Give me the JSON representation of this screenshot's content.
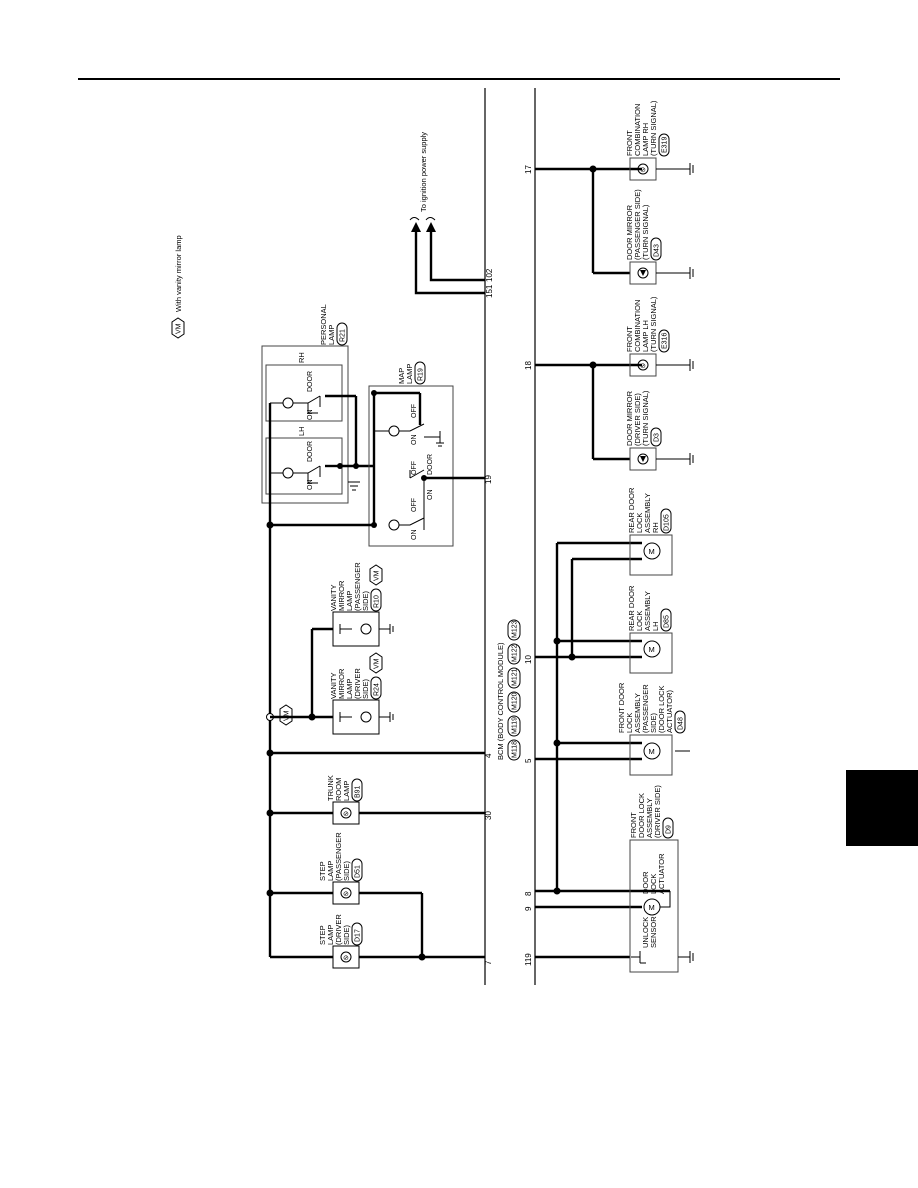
{
  "legend": {
    "badge": "VM",
    "text": "With vanity mirror lamp"
  },
  "bcm": {
    "label": "BCM (BODY CONTROL MODULE)",
    "connectors": [
      "M118",
      "M119",
      "M120",
      "M121",
      "M122",
      "M123"
    ]
  },
  "ignition": {
    "text": "To ignition power supply",
    "pins": [
      "151",
      "102"
    ]
  },
  "pins": {
    "p7": "7",
    "p30": "30",
    "p4": "4",
    "p19": "19",
    "p119": "119",
    "p9": "9",
    "p8": "8",
    "p5": "5",
    "p10": "10",
    "p18": "18",
    "p17": "17"
  },
  "components": {
    "step_driver": {
      "lines": [
        "STEP",
        "LAMP",
        "(DRIVER",
        "SIDE)"
      ],
      "conn": "D17"
    },
    "step_pass": {
      "lines": [
        "STEP",
        "LAMP",
        "(PASSENGER",
        "SIDE)"
      ],
      "conn": "D51"
    },
    "trunk": {
      "lines": [
        "TRUNK",
        "ROOM",
        "LAMP"
      ],
      "conn": "B91"
    },
    "vanity_driver": {
      "lines": [
        "VANITY",
        "MIRROR",
        "LAMP",
        "(DRIVER",
        "SIDE)"
      ],
      "conn": "R24"
    },
    "vanity_pass": {
      "lines": [
        "VANITY",
        "MIRROR",
        "LAMP",
        "(PASSENGER",
        "SIDE)"
      ],
      "conn": "R10"
    },
    "personal": {
      "lines": [
        "PERSONAL",
        "LAMP"
      ],
      "conn": "R21",
      "lh": "LH",
      "rh": "RH"
    },
    "map": {
      "lines": [
        "MAP",
        "LAMP"
      ],
      "conn": "R19"
    },
    "front_door_driver": {
      "lines": [
        "FRONT",
        "DOOR LOCK",
        "ASSEMBLY",
        "(DRIVER SIDE)"
      ],
      "conn": "D9",
      "actuator": [
        "DOOR",
        "LOCK",
        "ACTUATOR"
      ],
      "sensor": [
        "UNLOCK",
        "SENSOR"
      ]
    },
    "front_door_pass": {
      "lines": [
        "FRONT DOOR",
        "LOCK",
        "ASSEMBLY",
        "(PASSENGER",
        "SIDE)",
        "(DOOR LOCK",
        "ACTUATOR)"
      ],
      "conn": "D48"
    },
    "rear_door_lh": {
      "lines": [
        "REAR DOOR",
        "LOCK",
        "ASSEMBLY",
        "LH"
      ],
      "conn": "D85"
    },
    "rear_door_rh": {
      "lines": [
        "REAR DOOR",
        "LOCK",
        "ASSEMBLY",
        "RH"
      ],
      "conn": "D105"
    },
    "mirror_driver": {
      "lines": [
        "DOOR MIRROR",
        "(DRIVER SIDE)",
        "(TURN SIGNAL)"
      ],
      "conn": "D3"
    },
    "combo_lh": {
      "lines": [
        "FRONT",
        "COMBINATION",
        "LAMP LH",
        "(TURN SIGNAL)"
      ],
      "conn": "E316"
    },
    "mirror_pass": {
      "lines": [
        "DOOR MIRROR",
        "(PASSENGER SIDE)",
        "(TURN SIGNAL)"
      ],
      "conn": "D43"
    },
    "combo_rh": {
      "lines": [
        "FRONT",
        "COMBINATION",
        "LAMP RH",
        "(TURN SIGNAL)"
      ],
      "conn": "E319"
    }
  },
  "switch_labels": {
    "on": "ON",
    "off": "OFF",
    "door": "DOOR"
  },
  "symbols": {
    "motor": "M"
  }
}
